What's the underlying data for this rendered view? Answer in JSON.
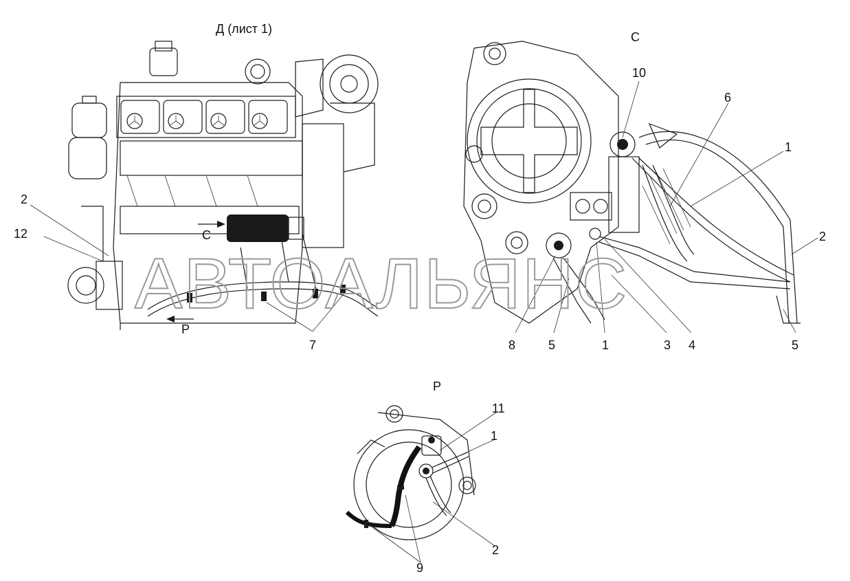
{
  "views": {
    "d_title": "Д (лист 1)",
    "c_title": "С",
    "p_title": "Р"
  },
  "view_markers": {
    "c_arrow_label": "С",
    "p_arrow_label": "Р"
  },
  "callouts": {
    "d_2": "2",
    "d_12": "12",
    "d_7": "7",
    "c_10": "10",
    "c_6": "6",
    "c_1_top": "1",
    "c_2": "2",
    "c_8": "8",
    "c_5_left": "5",
    "c_1_bottom": "1",
    "c_3": "3",
    "c_4": "4",
    "c_5_right": "5",
    "p_11": "11",
    "p_1": "1",
    "p_2": "2",
    "p_9": "9"
  },
  "watermark": "АВТОАЛЬЯНС"
}
